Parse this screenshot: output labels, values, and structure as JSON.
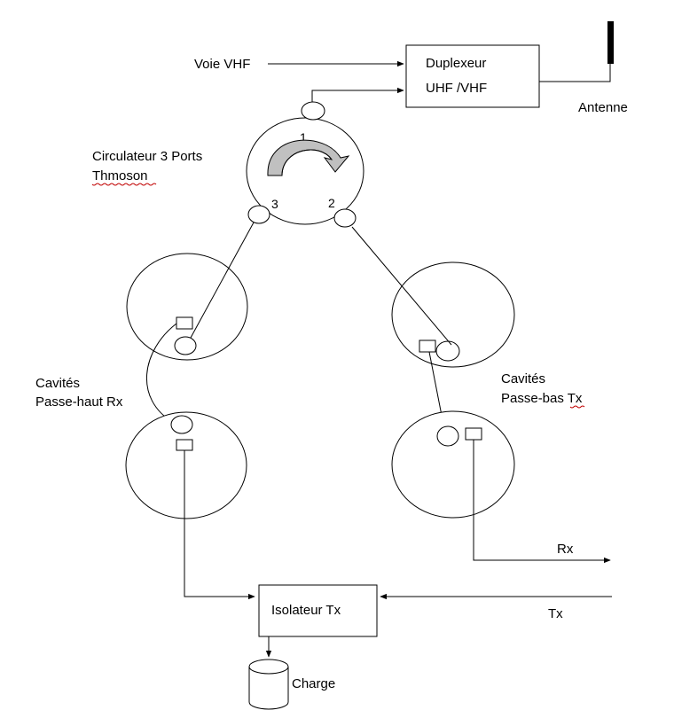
{
  "labels": {
    "voie_vhf": "Voie VHF",
    "duplexeur_line1": "Duplexeur",
    "duplexeur_line2": "UHF /VHF",
    "antenne": "Antenne",
    "circulateur_line1": "Circulateur 3 Ports",
    "circulateur_line2": "Thmoson",
    "port1": "1",
    "port2": "2",
    "port3": "3",
    "cavites_rx_line1": "Cavités",
    "cavites_rx_line2": "Passe-haut Rx",
    "cavites_tx_line1": "Cavités",
    "cavites_tx_line2": "Passe-bas Tx",
    "rx": "Rx",
    "tx": "Tx",
    "isolateur": "Isolateur Tx",
    "charge": "Charge"
  },
  "colors": {
    "stroke": "#000000",
    "arrow_fill": "#c0c0c0",
    "spellcheck_underline": "#c00000"
  }
}
